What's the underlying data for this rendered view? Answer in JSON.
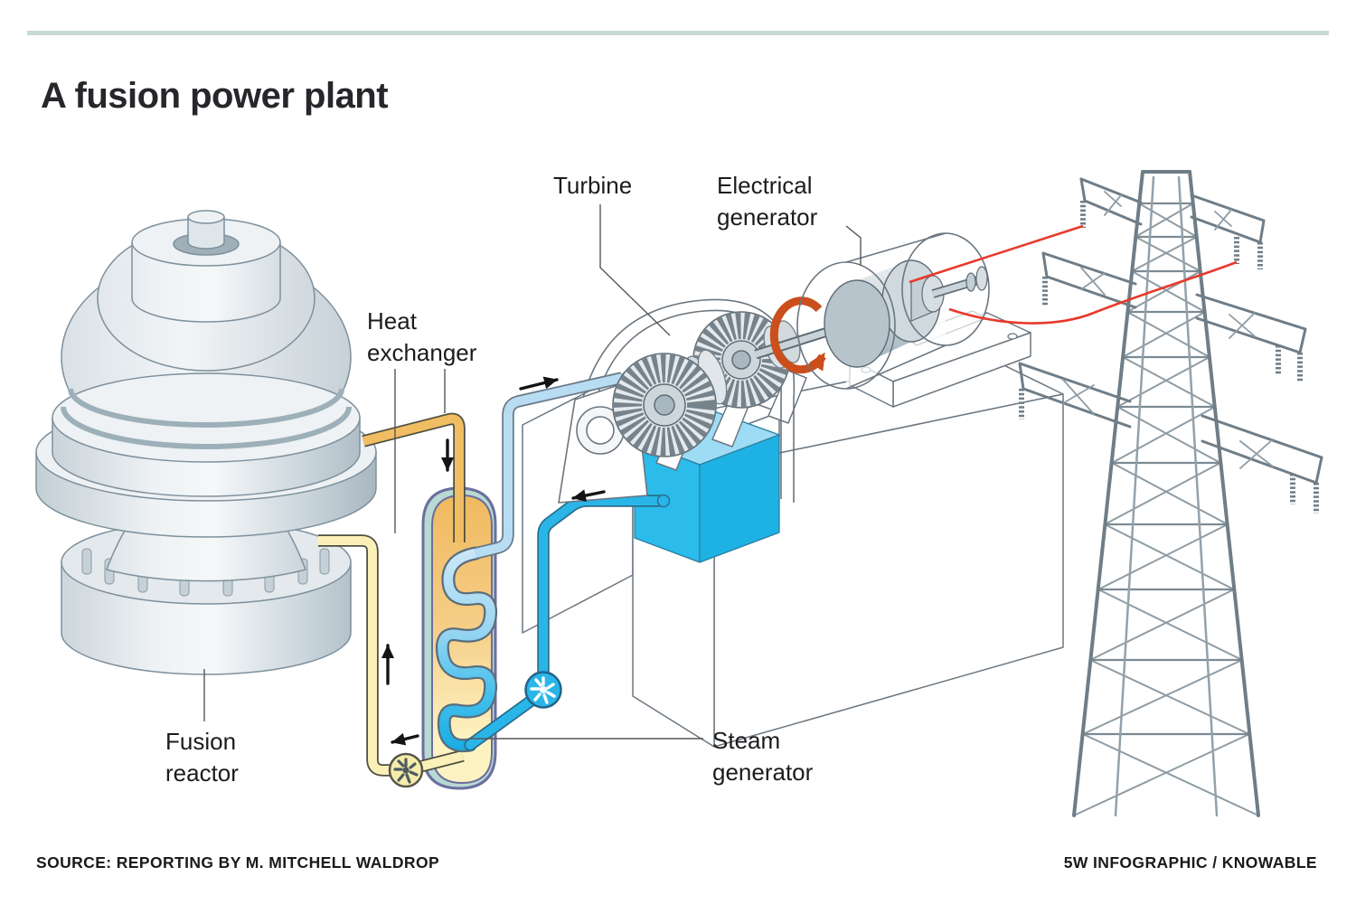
{
  "page": {
    "title": "A fusion power plant"
  },
  "diagram": {
    "labels": {
      "turbine": "Turbine",
      "electrical_generator": "Electrical\ngenerator",
      "heat_exchanger": "Heat\nexchanger",
      "fusion_reactor": "Fusion\nreactor",
      "steam_generator": "Steam\ngenerator"
    },
    "flow_arrows": [
      "hot-coolant-down-arrow",
      "coolant-return-up-arrow",
      "coolant-return-left-arrow",
      "steam-to-turbine-right-arrow",
      "condensate-return-left-arrow",
      "shaft-rotation-arrow"
    ],
    "colors": {
      "accent_rule": "#c6dbd8",
      "hot_coolant_pipe": "#f0bd62",
      "cool_coolant_pipe": "#faf0b8",
      "steam_pipe": "#b8dcf2",
      "water_pipe": "#29b5e8",
      "water_tank": "#2bbcec",
      "power_line": "#e8392b",
      "rotation_arrow": "#cb4e1d",
      "steel_light": "#eef2f4",
      "steel_dark": "#9fb0ba",
      "capsule_fill_top": "#f2bd66",
      "capsule_fill_bottom": "#fdf2c0",
      "capsule_shell": "#b9d9d4",
      "capsule_outline": "#6a6f9e",
      "lattice_steel": "#7c8a93"
    }
  },
  "footer": {
    "source": "SOURCE: REPORTING BY M. MITCHELL WALDROP",
    "credit": "5W INFOGRAPHIC / KNOWABLE"
  }
}
